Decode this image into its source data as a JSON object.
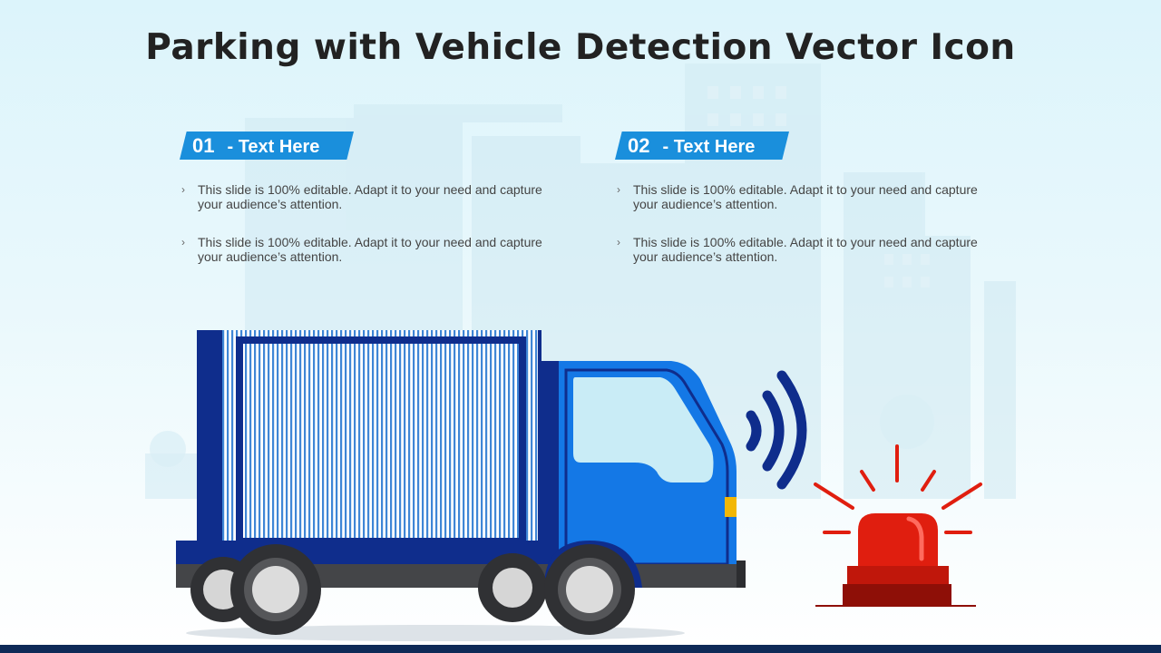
{
  "title": "Parking with Vehicle Detection Vector Icon",
  "sections": [
    {
      "number": "01",
      "heading": "- Text Here",
      "bullets": [
        "This slide is 100% editable. Adapt it to your need and capture your audience’s attention.",
        "This slide is 100% editable. Adapt it to your need and capture your audience’s attention."
      ]
    },
    {
      "number": "02",
      "heading": "- Text Here",
      "bullets": [
        "This slide is 100% editable. Adapt it to your need and capture your audience’s attention.",
        "This slide is 100% editable. Adapt it to your need and capture your audience’s attention."
      ]
    }
  ],
  "icons": {
    "truck": "truck-icon",
    "signal": "wireless-signal-icon",
    "alarm": "siren-light-icon",
    "bullet": "chevron-right-icon"
  },
  "colors": {
    "accent": "#1a8fdc",
    "truck_cab": "#1478e6",
    "truck_cargo_dark": "#0f2d8c",
    "siren_red": "#e01e0f",
    "footer": "#0e2a57"
  }
}
